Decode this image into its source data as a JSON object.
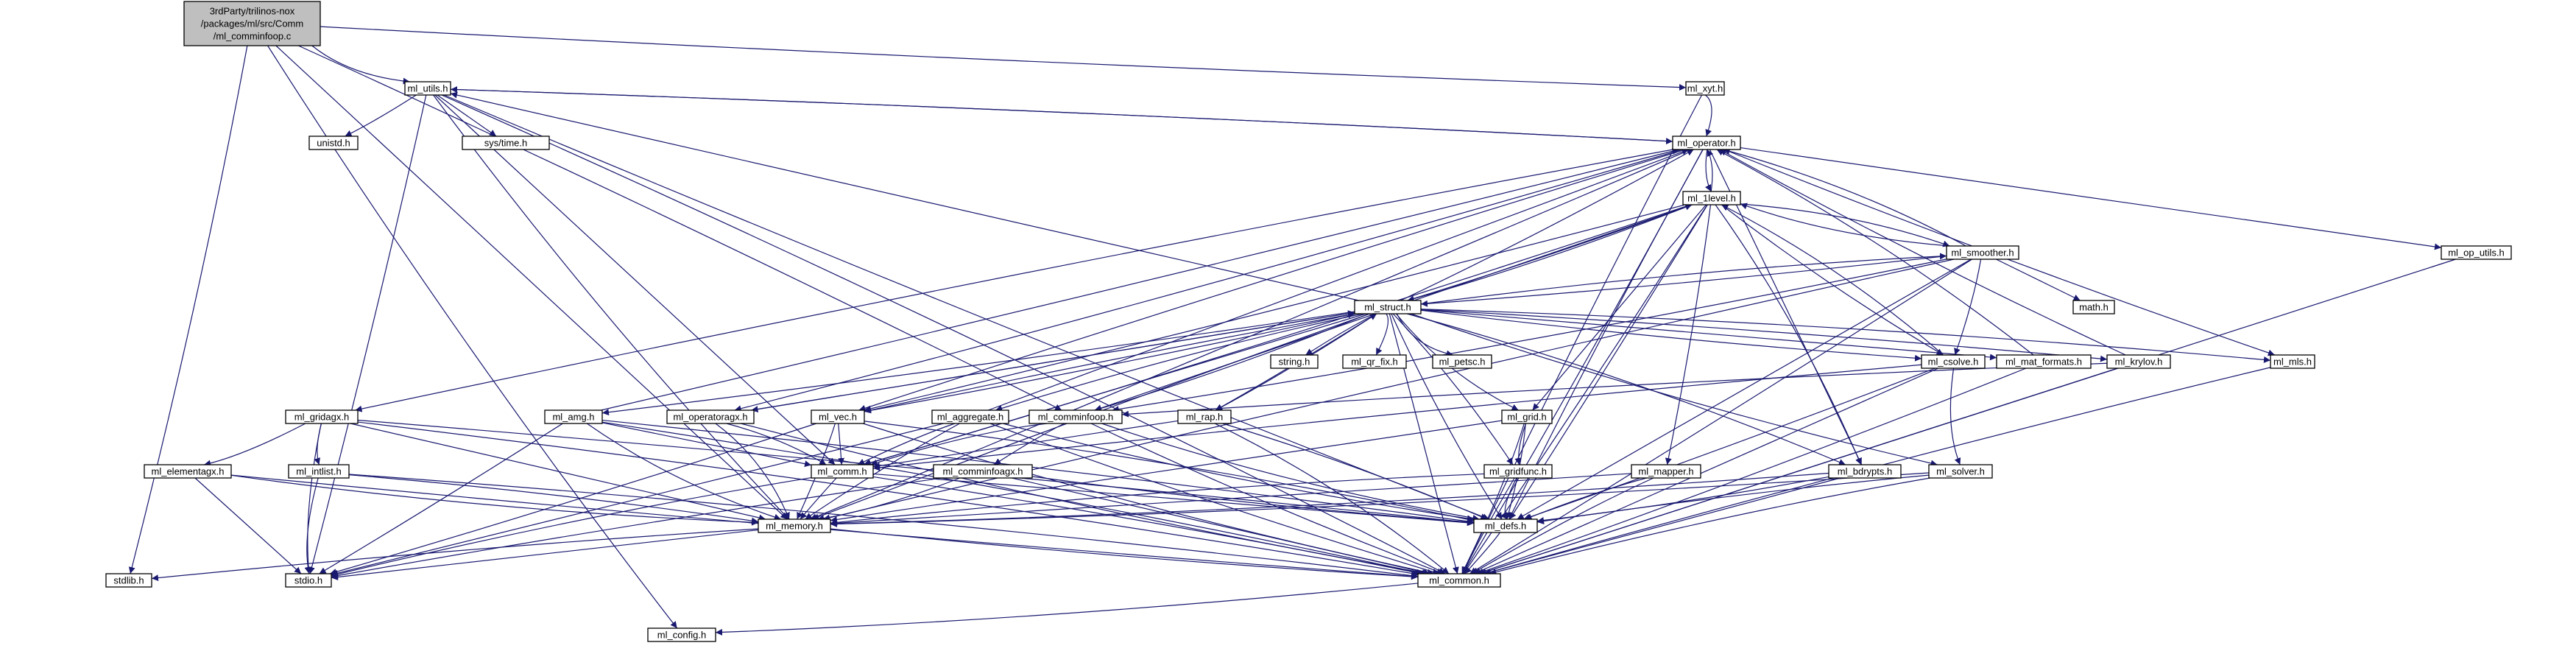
{
  "diagram": {
    "type": "include-dependency-graph",
    "edge_color": "#191970",
    "node_border_color": "#000000",
    "root_fill": "#bfbfbf",
    "node_fill": "#ffffff",
    "external_border_color": "#bfbfbf",
    "nodes": [
      {
        "id": "root",
        "lines": [
          "3rdParty/trilinos-nox",
          "/packages/ml/src/Comm",
          "/ml_comminfoop.c"
        ],
        "kind": "root"
      },
      {
        "id": "ml_utils",
        "lines": [
          "ml_utils.h"
        ]
      },
      {
        "id": "ml_xyt",
        "lines": [
          "ml_xyt.h"
        ]
      },
      {
        "id": "unistd",
        "lines": [
          "unistd.h"
        ]
      },
      {
        "id": "systime",
        "lines": [
          "sys/time.h"
        ],
        "kind": "external"
      },
      {
        "id": "ml_operator",
        "lines": [
          "ml_operator.h"
        ]
      },
      {
        "id": "ml_1level",
        "lines": [
          "ml_1level.h"
        ]
      },
      {
        "id": "ml_smoother",
        "lines": [
          "ml_smoother.h"
        ]
      },
      {
        "id": "ml_op_utils",
        "lines": [
          "ml_op_utils.h"
        ]
      },
      {
        "id": "math",
        "lines": [
          "math.h"
        ],
        "kind": "external"
      },
      {
        "id": "ml_struct",
        "lines": [
          "ml_struct.h"
        ]
      },
      {
        "id": "string",
        "lines": [
          "string.h"
        ],
        "kind": "external"
      },
      {
        "id": "ml_qr_fix",
        "lines": [
          "ml_qr_fix.h"
        ]
      },
      {
        "id": "ml_petsc",
        "lines": [
          "ml_petsc.h"
        ]
      },
      {
        "id": "ml_csolve",
        "lines": [
          "ml_csolve.h"
        ]
      },
      {
        "id": "ml_mat_formats",
        "lines": [
          "ml_mat_formats.h"
        ]
      },
      {
        "id": "ml_krylov",
        "lines": [
          "ml_krylov.h"
        ]
      },
      {
        "id": "ml_mls",
        "lines": [
          "ml_mls.h"
        ]
      },
      {
        "id": "ml_gridagx",
        "lines": [
          "ml_gridagx.h"
        ]
      },
      {
        "id": "ml_amg",
        "lines": [
          "ml_amg.h"
        ]
      },
      {
        "id": "ml_operatoragx",
        "lines": [
          "ml_operatoragx.h"
        ]
      },
      {
        "id": "ml_vec",
        "lines": [
          "ml_vec.h"
        ]
      },
      {
        "id": "ml_aggregate",
        "lines": [
          "ml_aggregate.h"
        ]
      },
      {
        "id": "ml_comminfoop",
        "lines": [
          "ml_comminfoop.h"
        ]
      },
      {
        "id": "ml_rap",
        "lines": [
          "ml_rap.h"
        ]
      },
      {
        "id": "ml_grid",
        "lines": [
          "ml_grid.h"
        ]
      },
      {
        "id": "ml_elementagx",
        "lines": [
          "ml_elementagx.h"
        ]
      },
      {
        "id": "ml_intlist",
        "lines": [
          "ml_intlist.h"
        ]
      },
      {
        "id": "ml_comm",
        "lines": [
          "ml_comm.h"
        ]
      },
      {
        "id": "ml_comminfoagx",
        "lines": [
          "ml_comminfoagx.h"
        ]
      },
      {
        "id": "ml_gridfunc",
        "lines": [
          "ml_gridfunc.h"
        ]
      },
      {
        "id": "ml_mapper",
        "lines": [
          "ml_mapper.h"
        ]
      },
      {
        "id": "ml_bdrypts",
        "lines": [
          "ml_bdrypts.h"
        ]
      },
      {
        "id": "ml_solver",
        "lines": [
          "ml_solver.h"
        ]
      },
      {
        "id": "ml_memory",
        "lines": [
          "ml_memory.h"
        ]
      },
      {
        "id": "ml_defs",
        "lines": [
          "ml_defs.h"
        ]
      },
      {
        "id": "stdlib",
        "lines": [
          "stdlib.h"
        ],
        "kind": "external"
      },
      {
        "id": "stdio",
        "lines": [
          "stdio.h"
        ],
        "kind": "external"
      },
      {
        "id": "ml_common",
        "lines": [
          "ml_common.h"
        ]
      },
      {
        "id": "ml_config",
        "lines": [
          "ml_config.h"
        ],
        "kind": "external"
      }
    ],
    "edges": [
      [
        "root",
        "ml_utils"
      ],
      [
        "root",
        "ml_xyt"
      ],
      [
        "root",
        "ml_memory"
      ],
      [
        "root",
        "ml_comminfoop"
      ],
      [
        "root",
        "stdlib"
      ],
      [
        "root",
        "ml_config"
      ],
      [
        "ml_utils",
        "unistd"
      ],
      [
        "ml_utils",
        "systime"
      ],
      [
        "ml_utils",
        "ml_operator"
      ],
      [
        "ml_utils",
        "ml_common"
      ],
      [
        "ml_utils",
        "ml_memory"
      ],
      [
        "ml_utils",
        "ml_defs"
      ],
      [
        "ml_utils",
        "ml_comm"
      ],
      [
        "ml_utils",
        "stdio"
      ],
      [
        "ml_xyt",
        "ml_operator"
      ],
      [
        "ml_xyt",
        "ml_common"
      ],
      [
        "ml_operator",
        "ml_1level"
      ],
      [
        "ml_operator",
        "ml_op_utils"
      ],
      [
        "ml_operator",
        "ml_vec"
      ],
      [
        "ml_operator",
        "ml_gridagx"
      ],
      [
        "ml_operator",
        "ml_operatoragx"
      ],
      [
        "ml_operator",
        "ml_mls"
      ],
      [
        "ml_operator",
        "ml_bdrypts"
      ],
      [
        "ml_operator",
        "ml_utils"
      ],
      [
        "ml_operator",
        "ml_common"
      ],
      [
        "ml_operator",
        "ml_defs"
      ],
      [
        "ml_operator",
        "ml_memory"
      ],
      [
        "ml_op_utils",
        "ml_common"
      ],
      [
        "ml_1level",
        "ml_operator"
      ],
      [
        "ml_1level",
        "ml_smoother"
      ],
      [
        "ml_1level",
        "ml_struct"
      ],
      [
        "ml_1level",
        "ml_csolve"
      ],
      [
        "ml_1level",
        "ml_grid"
      ],
      [
        "ml_1level",
        "ml_mapper"
      ],
      [
        "ml_1level",
        "ml_bdrypts"
      ],
      [
        "ml_1level",
        "ml_comm"
      ],
      [
        "ml_1level",
        "ml_vec"
      ],
      [
        "ml_1level",
        "ml_comminfoop"
      ],
      [
        "ml_1level",
        "ml_defs"
      ],
      [
        "ml_1level",
        "ml_common"
      ],
      [
        "ml_smoother",
        "ml_1level"
      ],
      [
        "ml_smoother",
        "ml_struct"
      ],
      [
        "ml_smoother",
        "math"
      ],
      [
        "ml_smoother",
        "ml_csolve"
      ],
      [
        "ml_smoother",
        "ml_operator"
      ],
      [
        "ml_smoother",
        "ml_comminfoop"
      ],
      [
        "ml_smoother",
        "ml_common"
      ],
      [
        "ml_smoother",
        "ml_defs"
      ],
      [
        "ml_smoother",
        "ml_memory"
      ],
      [
        "ml_struct",
        "ml_smoother"
      ],
      [
        "ml_struct",
        "ml_operator"
      ],
      [
        "ml_struct",
        "ml_1level"
      ],
      [
        "ml_struct",
        "ml_utils"
      ],
      [
        "ml_struct",
        "string"
      ],
      [
        "ml_struct",
        "ml_qr_fix"
      ],
      [
        "ml_struct",
        "ml_petsc"
      ],
      [
        "ml_struct",
        "ml_csolve"
      ],
      [
        "ml_struct",
        "ml_mat_formats"
      ],
      [
        "ml_struct",
        "ml_krylov"
      ],
      [
        "ml_struct",
        "ml_mls"
      ],
      [
        "ml_struct",
        "ml_grid"
      ],
      [
        "ml_struct",
        "ml_amg"
      ],
      [
        "ml_struct",
        "ml_operatoragx"
      ],
      [
        "ml_struct",
        "ml_vec"
      ],
      [
        "ml_struct",
        "ml_aggregate"
      ],
      [
        "ml_struct",
        "ml_comminfoop"
      ],
      [
        "ml_struct",
        "ml_rap"
      ],
      [
        "ml_struct",
        "ml_comm"
      ],
      [
        "ml_struct",
        "ml_gridfunc"
      ],
      [
        "ml_struct",
        "ml_bdrypts"
      ],
      [
        "ml_struct",
        "ml_solver"
      ],
      [
        "ml_struct",
        "ml_defs"
      ],
      [
        "ml_struct",
        "ml_common"
      ],
      [
        "ml_struct",
        "ml_memory"
      ],
      [
        "ml_csolve",
        "ml_1level"
      ],
      [
        "ml_csolve",
        "ml_solver"
      ],
      [
        "ml_csolve",
        "ml_defs"
      ],
      [
        "ml_csolve",
        "ml_common"
      ],
      [
        "ml_csolve",
        "ml_comm"
      ],
      [
        "ml_mat_formats",
        "ml_operator"
      ],
      [
        "ml_mat_formats",
        "ml_common"
      ],
      [
        "ml_krylov",
        "ml_operator"
      ],
      [
        "ml_krylov",
        "ml_common"
      ],
      [
        "ml_krylov",
        "ml_comminfoop"
      ],
      [
        "ml_mls",
        "ml_common"
      ],
      [
        "ml_gridagx",
        "ml_elementagx"
      ],
      [
        "ml_gridagx",
        "ml_intlist"
      ],
      [
        "ml_gridagx",
        "ml_memory"
      ],
      [
        "ml_gridagx",
        "ml_defs"
      ],
      [
        "ml_gridagx",
        "ml_common"
      ],
      [
        "ml_gridagx",
        "stdio"
      ],
      [
        "ml_amg",
        "ml_operator"
      ],
      [
        "ml_amg",
        "ml_comm"
      ],
      [
        "ml_amg",
        "ml_defs"
      ],
      [
        "ml_amg",
        "ml_common"
      ],
      [
        "ml_amg",
        "ml_memory"
      ],
      [
        "ml_amg",
        "stdio"
      ],
      [
        "ml_operatoragx",
        "ml_struct"
      ],
      [
        "ml_operatoragx",
        "ml_comm"
      ],
      [
        "ml_operatoragx",
        "ml_memory"
      ],
      [
        "ml_operatoragx",
        "ml_common"
      ],
      [
        "ml_vec",
        "ml_struct"
      ],
      [
        "ml_vec",
        "ml_comm"
      ],
      [
        "ml_vec",
        "ml_memory"
      ],
      [
        "ml_vec",
        "ml_defs"
      ],
      [
        "ml_vec",
        "ml_common"
      ],
      [
        "ml_vec",
        "stdio"
      ],
      [
        "ml_aggregate",
        "ml_operator"
      ],
      [
        "ml_aggregate",
        "ml_comm"
      ],
      [
        "ml_aggregate",
        "ml_memory"
      ],
      [
        "ml_aggregate",
        "ml_defs"
      ],
      [
        "ml_aggregate",
        "ml_common"
      ],
      [
        "ml_aggregate",
        "stdio"
      ],
      [
        "ml_comminfoop",
        "ml_comminfoagx"
      ],
      [
        "ml_comminfoop",
        "ml_comm"
      ],
      [
        "ml_comminfoop",
        "ml_defs"
      ],
      [
        "ml_comminfoop",
        "ml_common"
      ],
      [
        "ml_rap",
        "ml_comm"
      ],
      [
        "ml_rap",
        "ml_defs"
      ],
      [
        "ml_rap",
        "ml_common"
      ],
      [
        "ml_rap",
        "ml_struct"
      ],
      [
        "ml_grid",
        "ml_gridfunc"
      ],
      [
        "ml_grid",
        "ml_memory"
      ],
      [
        "ml_grid",
        "ml_defs"
      ],
      [
        "ml_grid",
        "ml_common"
      ],
      [
        "ml_elementagx",
        "ml_memory"
      ],
      [
        "ml_elementagx",
        "ml_common"
      ],
      [
        "ml_elementagx",
        "stdio"
      ],
      [
        "ml_intlist",
        "ml_memory"
      ],
      [
        "ml_intlist",
        "ml_common"
      ],
      [
        "ml_intlist",
        "stdio"
      ],
      [
        "ml_comm",
        "ml_memory"
      ],
      [
        "ml_comm",
        "ml_defs"
      ],
      [
        "ml_comm",
        "ml_common"
      ],
      [
        "ml_comm",
        "stdio"
      ],
      [
        "ml_comminfoagx",
        "ml_memory"
      ],
      [
        "ml_comminfoagx",
        "ml_defs"
      ],
      [
        "ml_comminfoagx",
        "ml_common"
      ],
      [
        "ml_comminfoagx",
        "stdio"
      ],
      [
        "ml_gridfunc",
        "ml_memory"
      ],
      [
        "ml_gridfunc",
        "ml_defs"
      ],
      [
        "ml_gridfunc",
        "ml_common"
      ],
      [
        "ml_mapper",
        "ml_memory"
      ],
      [
        "ml_mapper",
        "ml_defs"
      ],
      [
        "ml_mapper",
        "ml_common"
      ],
      [
        "ml_bdrypts",
        "ml_memory"
      ],
      [
        "ml_bdrypts",
        "ml_defs"
      ],
      [
        "ml_bdrypts",
        "ml_common"
      ],
      [
        "ml_solver",
        "ml_defs"
      ],
      [
        "ml_solver",
        "ml_common"
      ],
      [
        "ml_solver",
        "ml_memory"
      ],
      [
        "ml_memory",
        "ml_common"
      ],
      [
        "ml_memory",
        "stdio"
      ],
      [
        "ml_memory",
        "stdlib"
      ],
      [
        "ml_defs",
        "ml_common"
      ],
      [
        "ml_common",
        "ml_config"
      ]
    ]
  }
}
